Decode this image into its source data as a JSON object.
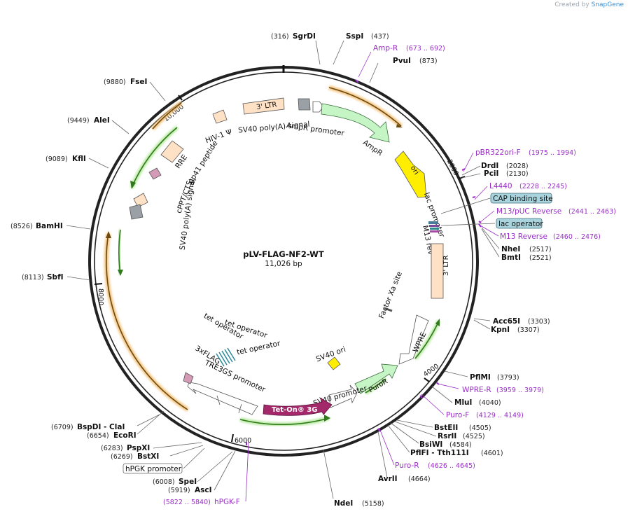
{
  "credit": {
    "prefix": "Created by",
    "brand": "SnapGene"
  },
  "plasmid": {
    "name": "pLV-FLAG-NF2-WT",
    "length_label": "11,026 bp"
  },
  "scale_ticks": [
    "2000",
    "4000",
    "6000",
    "8000",
    "10,000"
  ],
  "sites": [
    {
      "name": "SgrDI",
      "pos": "(316)"
    },
    {
      "name": "SspI",
      "pos": "(437)"
    },
    {
      "name": "PvuI",
      "pos": "(873)"
    },
    {
      "name": "DrdI",
      "pos": "(2028)"
    },
    {
      "name": "PciI",
      "pos": "(2130)"
    },
    {
      "name": "NheI",
      "pos": "(2517)"
    },
    {
      "name": "BmtI",
      "pos": "(2521)"
    },
    {
      "name": "Acc65I",
      "pos": "(3303)"
    },
    {
      "name": "KpnI",
      "pos": "(3307)"
    },
    {
      "name": "PflMI",
      "pos": "(3793)"
    },
    {
      "name": "MluI",
      "pos": "(4040)"
    },
    {
      "name": "BstEII",
      "pos": "(4505)"
    },
    {
      "name": "RsrII",
      "pos": "(4525)"
    },
    {
      "name": "BsiWI",
      "pos": "(4584)"
    },
    {
      "name": "PflFI - Tth111I",
      "pos": "(4601)"
    },
    {
      "name": "AvrII",
      "pos": "(4664)"
    },
    {
      "name": "NdeI",
      "pos": "(5158)"
    },
    {
      "name": "AscI",
      "pos": "(5919)"
    },
    {
      "name": "SpeI",
      "pos": "(6008)"
    },
    {
      "name": "BstXI",
      "pos": "(6269)"
    },
    {
      "name": "PspXI",
      "pos": "(6283)"
    },
    {
      "name": "EcoRI",
      "pos": "(6654)"
    },
    {
      "name": "BspDI - ClaI",
      "pos": "(6709)"
    },
    {
      "name": "SbfI",
      "pos": "(8113)"
    },
    {
      "name": "BamHI",
      "pos": "(8526)"
    },
    {
      "name": "KflI",
      "pos": "(9089)"
    },
    {
      "name": "AleI",
      "pos": "(9449)"
    },
    {
      "name": "FseI",
      "pos": "(9880)"
    }
  ],
  "primers": [
    {
      "name": "Amp-R",
      "range": "(673 .. 692)"
    },
    {
      "name": "pBR322ori-F",
      "range": "(1975 .. 1994)"
    },
    {
      "name": "L4440",
      "range": "(2228 .. 2245)"
    },
    {
      "name": "M13/pUC Reverse",
      "range": "(2441 .. 2463)"
    },
    {
      "name": "M13 Reverse",
      "range": "(2460 .. 2476)"
    },
    {
      "name": "WPRE-R",
      "range": "(3959 .. 3979)"
    },
    {
      "name": "Puro-F",
      "range": "(4129 .. 4149)"
    },
    {
      "name": "Puro-R",
      "range": "(4626 .. 4645)"
    },
    {
      "name": "hPGK-F",
      "range": "(5822 .. 5840)"
    }
  ],
  "boxed_features": {
    "cap": "CAP binding site",
    "lacop": "lac operator",
    "hpgk": "hPGK promoter"
  },
  "features": {
    "ltr_top": "3' LTR",
    "ltr_right": "3' LTR",
    "hiv_psi": "HIV-1 Ψ",
    "sv40pa_top": "SV40 poly(A) signal",
    "ampr_prom": "AmpR promoter",
    "ampr": "AmpR",
    "ori": "ori",
    "lac_prom": "lac promoter",
    "m13rev": "M13 rev",
    "rre": "RRE",
    "gp41": "gp41 peptide",
    "cppt": "cPPT/CTS",
    "sv40pa_left": "SV40 poly(A) signal",
    "factor_xa": "Factor Xa site",
    "wpre": "WPRE",
    "sv40ori": "SV40 ori",
    "puror": "PuroR",
    "sv40prom": "SV40 promoter",
    "teton": "Tet-On® 3G",
    "tre3gs": "TRE3GS promoter",
    "flag3x": "3xFLAG",
    "tetop1": "tet operator",
    "tetop2": "tet operator",
    "tetop3": "tet operator"
  },
  "colors": {
    "backbone": "#222222",
    "ampr": "#c5f5c5",
    "ori": "#ffee00",
    "ltr": "#ffe2c6",
    "teton": "#a3296b",
    "primer": "#9a2cc8",
    "orange_arc": "#d98a17",
    "green_arc": "#4c9c2c"
  }
}
